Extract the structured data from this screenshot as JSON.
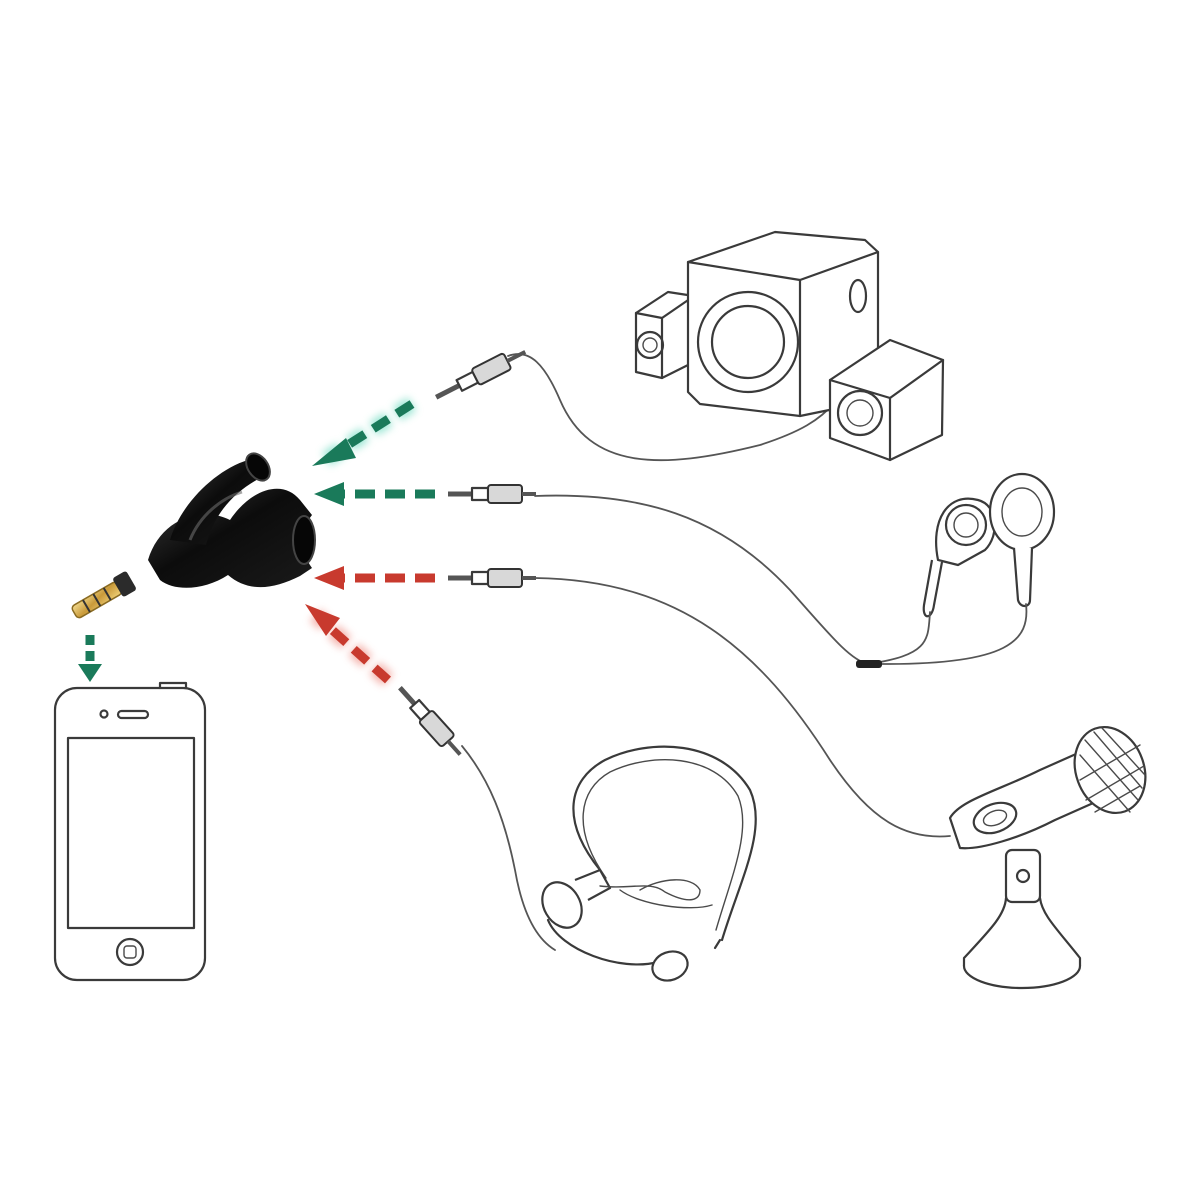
{
  "colors": {
    "output_arrow": "#1a7a5a",
    "output_glow": "#8fe3cf",
    "input_arrow": "#c83a2e",
    "input_glow": "#f3a9a1",
    "line": "#3a3a3a",
    "adapter_body": "#111111",
    "plug_gold": "#d9b65a"
  },
  "icons": [
    "splitter-adapter-icon",
    "smartphone-icon",
    "speaker-system-icon",
    "earphones-icon",
    "headset-icon",
    "desktop-microphone-icon"
  ],
  "arrows": [
    {
      "role": "output",
      "color": "output_arrow",
      "target": "speaker-system-icon"
    },
    {
      "role": "output",
      "color": "output_arrow",
      "target": "earphones-icon"
    },
    {
      "role": "input",
      "color": "input_arrow",
      "target": "desktop-microphone-icon"
    },
    {
      "role": "input",
      "color": "input_arrow",
      "target": "headset-icon"
    },
    {
      "role": "output",
      "color": "output_arrow",
      "target": "smartphone-icon"
    }
  ]
}
